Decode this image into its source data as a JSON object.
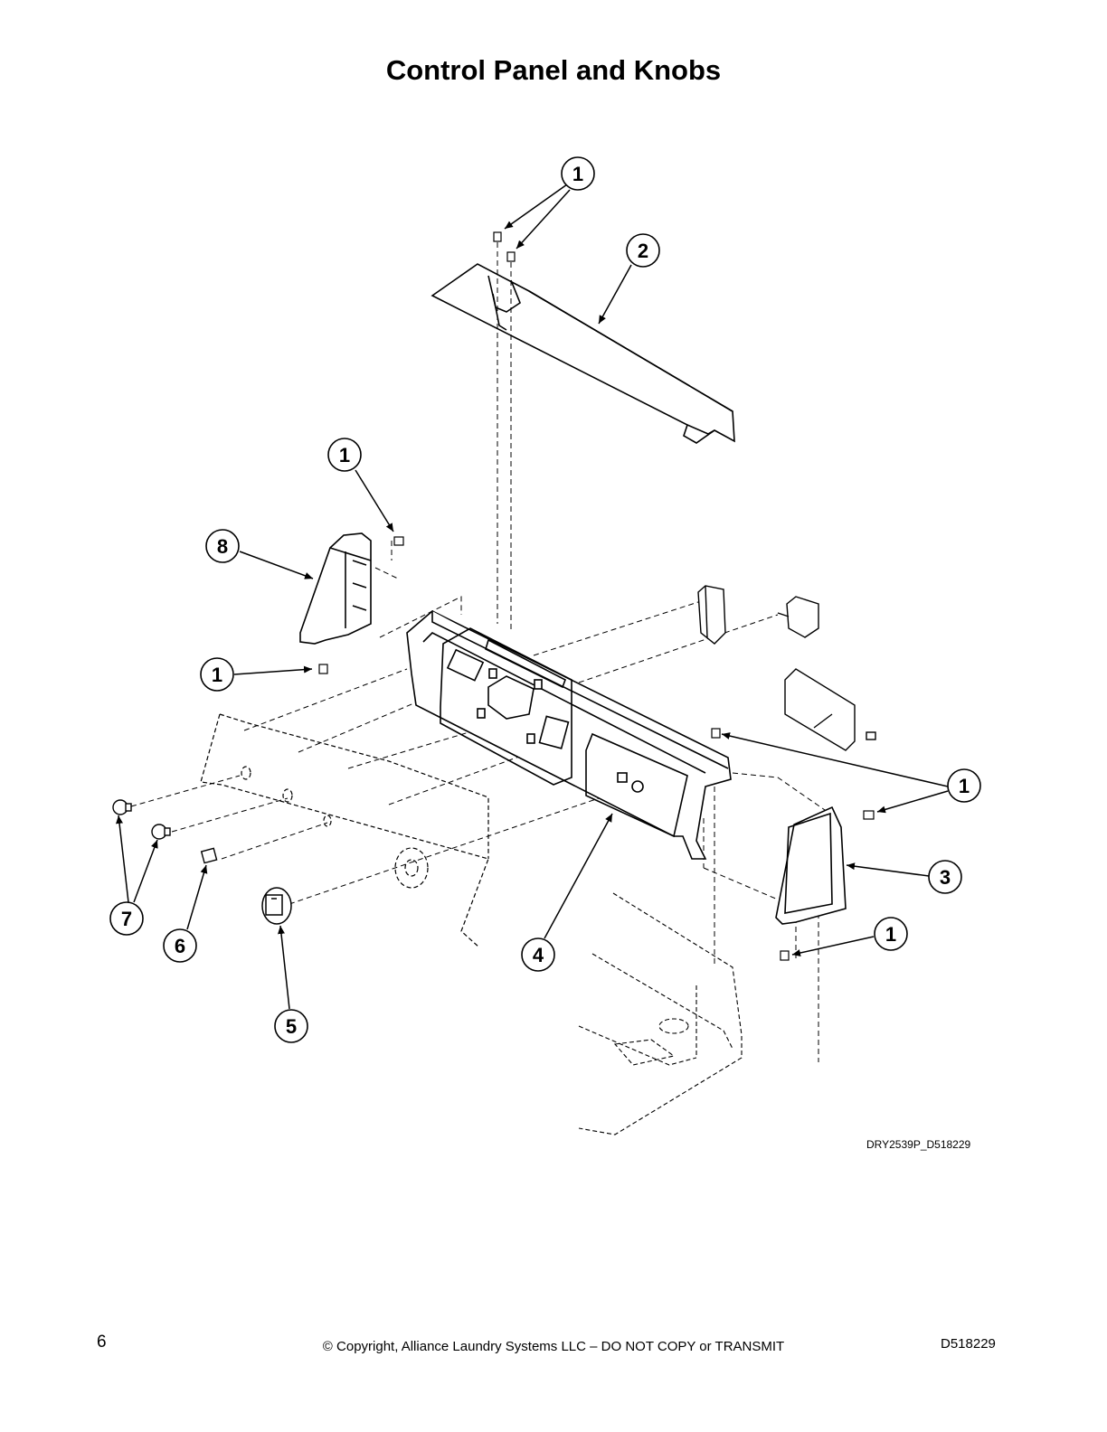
{
  "title": "Control Panel and Knobs",
  "figure_code": "DRY2539P_D518229",
  "footer": {
    "page_number": "6",
    "copyright": "© Copyright, Alliance Laundry Systems LLC – DO NOT COPY or TRANSMIT",
    "document_number": "D518229"
  },
  "callouts": [
    {
      "label": "1"
    },
    {
      "label": "2"
    },
    {
      "label": "1"
    },
    {
      "label": "8"
    },
    {
      "label": "1"
    },
    {
      "label": "1"
    },
    {
      "label": "3"
    },
    {
      "label": "1"
    },
    {
      "label": "7"
    },
    {
      "label": "6"
    },
    {
      "label": "5"
    },
    {
      "label": "4"
    }
  ]
}
